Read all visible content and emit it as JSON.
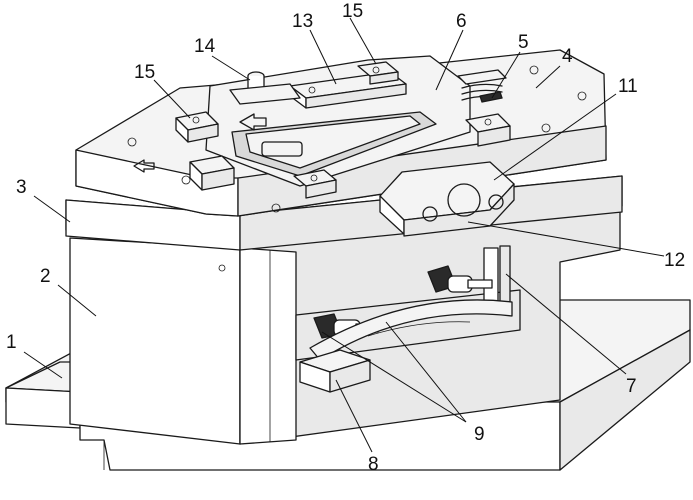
{
  "callouts": [
    {
      "id": "1",
      "label": "1"
    },
    {
      "id": "2",
      "label": "2"
    },
    {
      "id": "3",
      "label": "3"
    },
    {
      "id": "4",
      "label": "4"
    },
    {
      "id": "5",
      "label": "5"
    },
    {
      "id": "6",
      "label": "6"
    },
    {
      "id": "7",
      "label": "7"
    },
    {
      "id": "8",
      "label": "8"
    },
    {
      "id": "9",
      "label": "9"
    },
    {
      "id": "11",
      "label": "11"
    },
    {
      "id": "12",
      "label": "12"
    },
    {
      "id": "13",
      "label": "13"
    },
    {
      "id": "14",
      "label": "14"
    },
    {
      "id": "15a",
      "label": "15"
    },
    {
      "id": "15b",
      "label": "15"
    }
  ]
}
